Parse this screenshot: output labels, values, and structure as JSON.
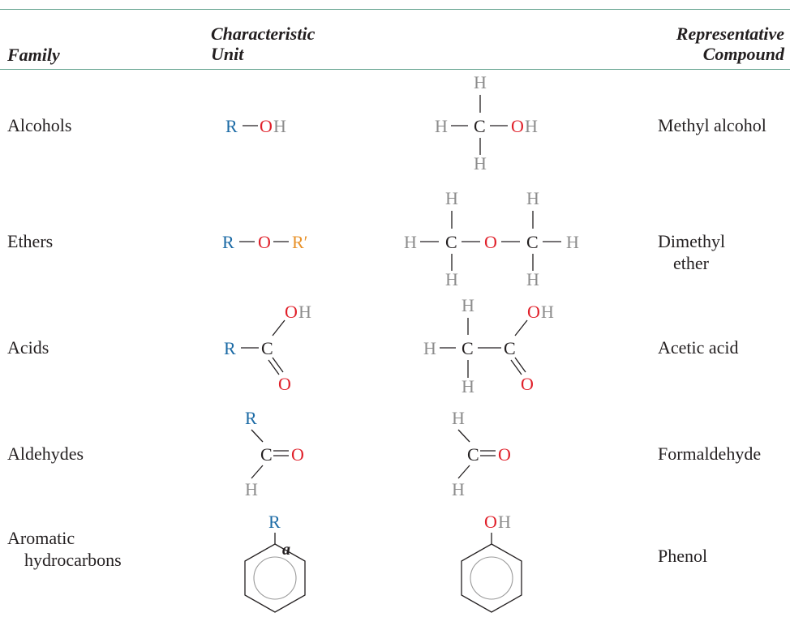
{
  "headers": {
    "family": "Family",
    "unit_line1": "Characteristic",
    "unit_line2": "Unit",
    "rep_line1": "Representative",
    "rep_line2": "Compound"
  },
  "rows": [
    {
      "family": "Alcohols",
      "compound": "Methyl alcohol"
    },
    {
      "family": "Ethers",
      "compound_line1": "Dimethyl",
      "compound_line2": "ether"
    },
    {
      "family": "Acids",
      "compound": "Acetic acid"
    },
    {
      "family": "Aldehydes",
      "compound": "Formaldehyde"
    },
    {
      "family_line1": "Aromatic",
      "family_line2": "hydrocarbons",
      "compound": "Phenol"
    }
  ],
  "atoms": {
    "R": "R",
    "R_prime": "R′",
    "O": "O",
    "H": "H",
    "C": "C",
    "OH_O": "O",
    "OH_H": "H",
    "a": "a"
  },
  "colors": {
    "R": "#1b6aa5",
    "R_prime": "#e8922a",
    "O": "#e0202a",
    "H": "#8c8c8c",
    "C": "#231f20",
    "rule": "#5fa08c"
  }
}
